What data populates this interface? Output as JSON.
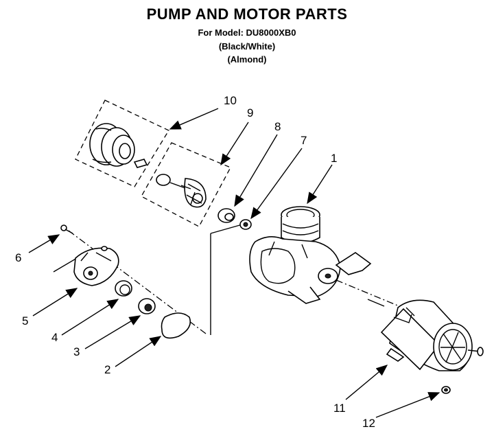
{
  "header": {
    "title": "PUMP AND MOTOR PARTS",
    "model": "For Model: DU8000XB0",
    "color1": "(Black/White)",
    "color2": "(Almond)"
  },
  "callouts": [
    "1",
    "2",
    "3",
    "4",
    "5",
    "6",
    "7",
    "8",
    "9",
    "10",
    "11",
    "12"
  ]
}
